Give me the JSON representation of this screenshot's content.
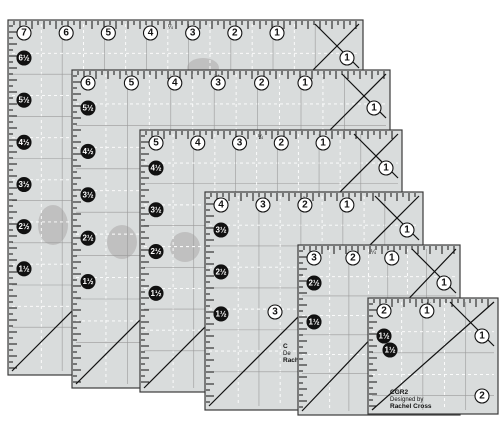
{
  "scene": {
    "description_alt": "Set of nested square quilting rulers",
    "background": "#ffffff"
  },
  "rulers": [
    {
      "id": "r7",
      "top_numbers": [
        "7",
        "6",
        "5",
        "4",
        "3",
        "2",
        "1"
      ],
      "side_numbers": [
        "6½",
        "5½",
        "4½",
        "3½",
        "2½",
        "1½"
      ],
      "corner": "1"
    },
    {
      "id": "r6",
      "top_numbers": [
        "6",
        "5",
        "4",
        "3",
        "2",
        "1"
      ],
      "side_numbers": [
        "5½",
        "4½",
        "3½",
        "2½",
        "1½"
      ],
      "corner": "1"
    },
    {
      "id": "r5",
      "top_numbers": [
        "5",
        "4",
        "3",
        "2",
        "1"
      ],
      "side_numbers": [
        "4½",
        "3½",
        "2½",
        "1½"
      ],
      "corner": "1"
    },
    {
      "id": "r4",
      "top_numbers": [
        "4",
        "3",
        "2",
        "1"
      ],
      "side_numbers": [
        "3½",
        "2½",
        "1½"
      ],
      "corner": "1",
      "inner_numbers": [
        "3"
      ],
      "brand": "C",
      "brand_line2": "De",
      "brand_line3": "Rach"
    },
    {
      "id": "r3",
      "top_numbers": [
        "3",
        "2",
        "1"
      ],
      "side_numbers": [
        "2½",
        "1½"
      ],
      "corner": "1"
    },
    {
      "id": "r2",
      "top_numbers": [
        "2",
        "1"
      ],
      "side_numbers": [
        "1½"
      ],
      "corner": "1",
      "bottom_corner": "2",
      "inner_number": "1½",
      "brand": "CGR2",
      "brand_line2": "Designed by",
      "brand_line3": "Rachel Cross"
    }
  ],
  "quarter_marks": [
    "¼",
    "¼",
    "¼",
    "¼",
    "¼",
    "¼"
  ]
}
